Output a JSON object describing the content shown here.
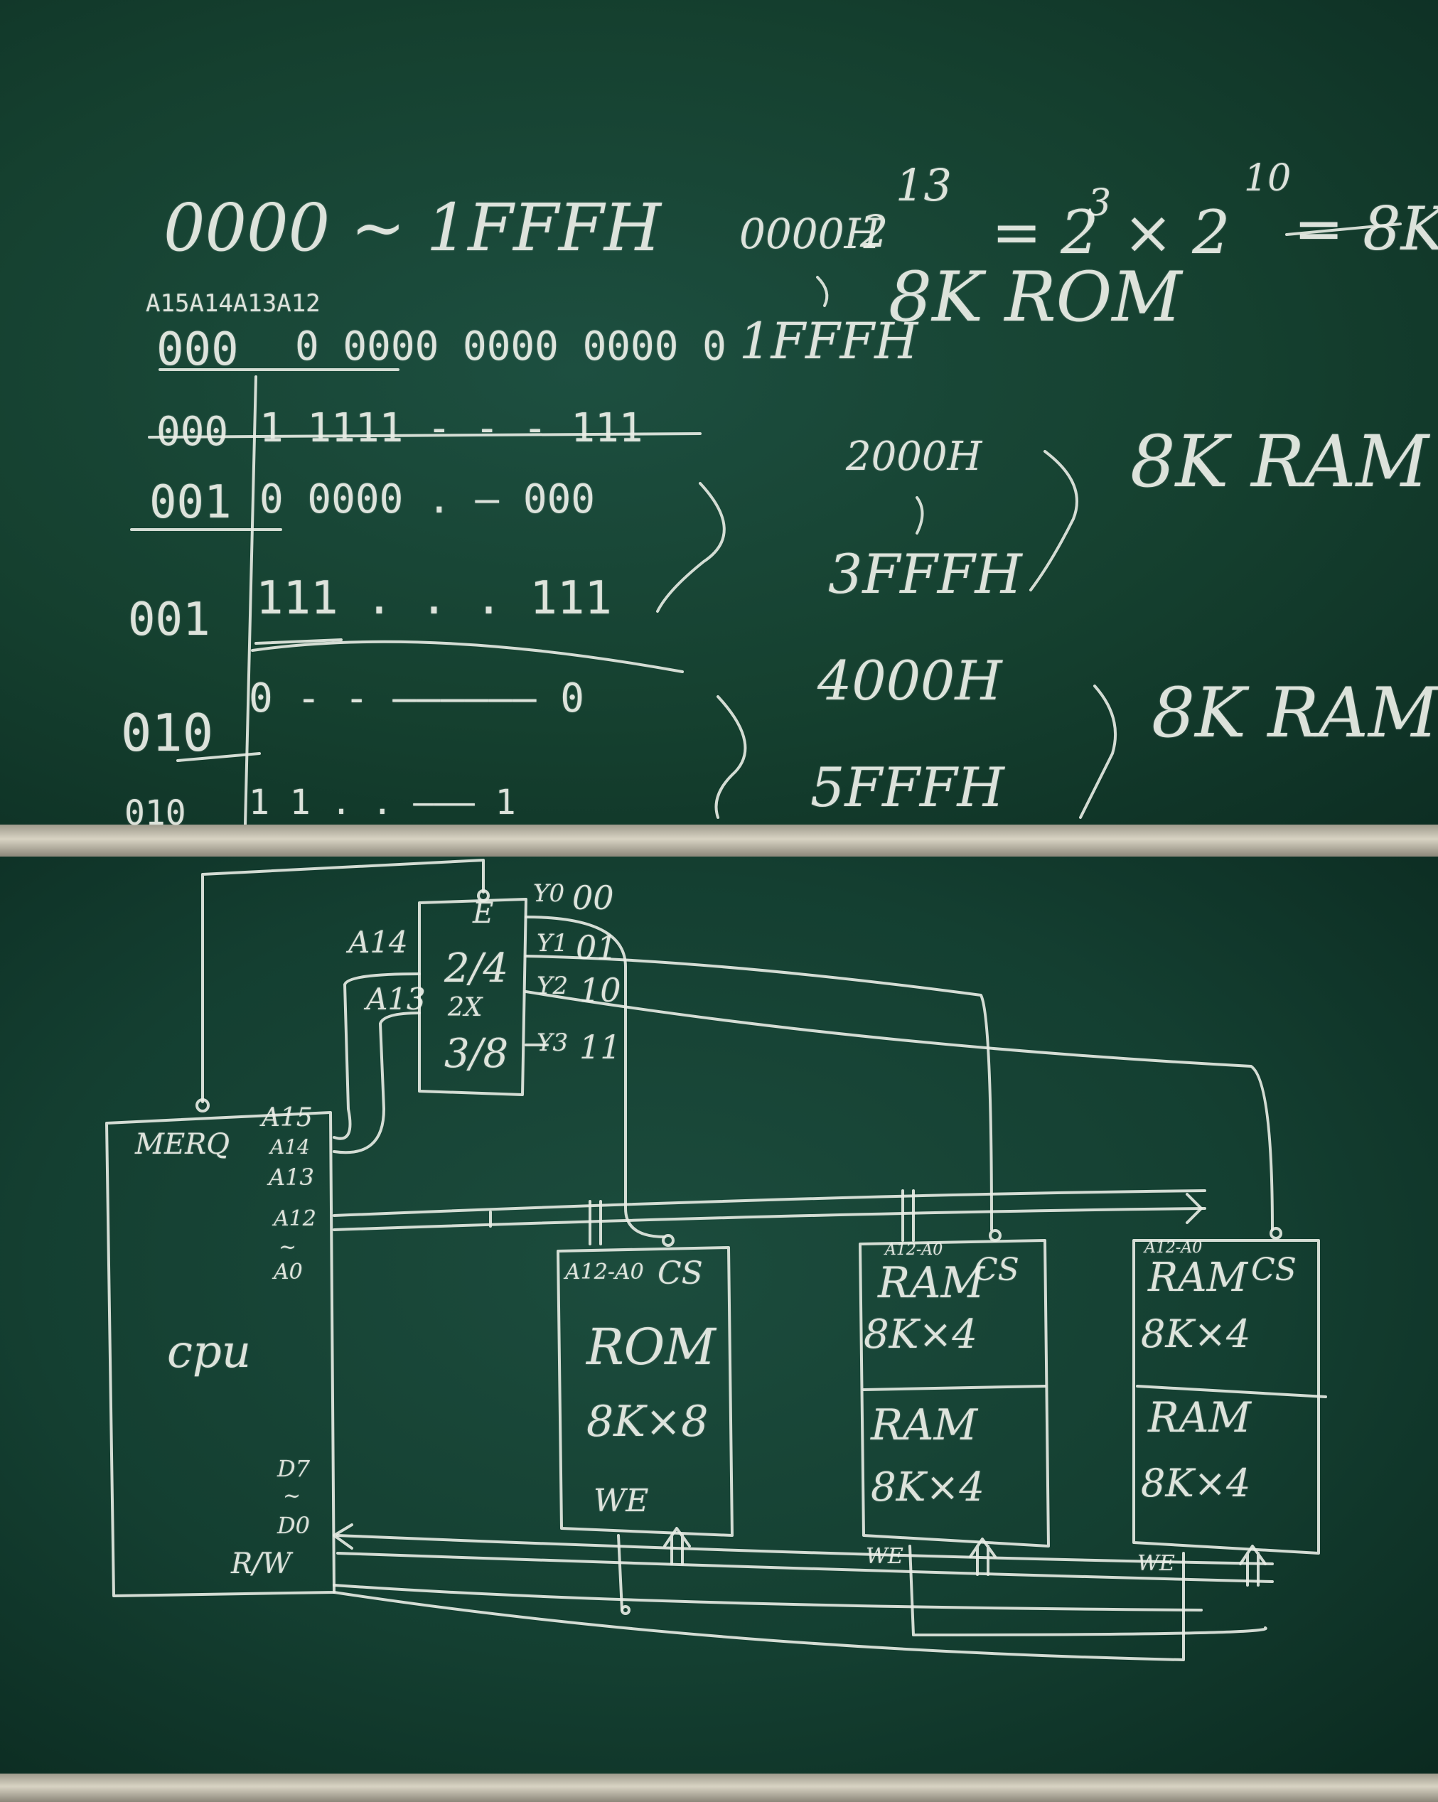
{
  "top_board": {
    "range_line": "0000 ~ 1FFFH",
    "range_alt": "0000H",
    "range_alt_end": "1FFFH",
    "power": "2",
    "power_exp": "13",
    "equation": "= 2",
    "eq_exp1": "3",
    "eq_mid": "× 2",
    "eq_exp2": "10",
    "eq_result": "= 8K",
    "rom_label": "8K ROM",
    "addr_header": "A15A14A13A12",
    "rows": [
      {
        "prefix": "000",
        "rest": "0 0000 0000 0000 0"
      },
      {
        "prefix": "000",
        "rest": "1 1111 - - - 111"
      },
      {
        "prefix": "001",
        "rest": "0 0000 . — 000"
      },
      {
        "prefix": "001",
        "rest": "111 . . .   111"
      },
      {
        "prefix": "010",
        "rest": "0 - - —————— 0"
      },
      {
        "prefix": "010",
        "rest": "1 1 . . ——— 1"
      }
    ],
    "ram1_start": "2000H",
    "ram1_end": "3FFFH",
    "ram1_label": "8K RAM",
    "ram2_start": "4000H",
    "ram2_end": "5FFFH",
    "ram2_label": "8K RAM"
  },
  "bottom_board": {
    "decoder": {
      "enable": "E",
      "type": "2/4",
      "extra": "2X",
      "subtype": "3/8",
      "input_a14": "A14",
      "input_a13": "A13",
      "outputs": [
        {
          "pin": "Y0",
          "code": "00"
        },
        {
          "pin": "Y1",
          "code": "01"
        },
        {
          "pin": "Y2",
          "code": "10"
        },
        {
          "pin": "Y3",
          "code": "11"
        }
      ]
    },
    "cpu": {
      "label": "cpu",
      "mreq": "MERQ",
      "a15": "A15",
      "a14": "A14",
      "a13": "A13",
      "a12": "A12",
      "tilde": "~",
      "a0": "A0",
      "d7": "D7",
      "d0": "D0",
      "rw": "R/W"
    },
    "rom_chip": {
      "addr": "A12-A0",
      "cs": "CS",
      "name": "ROM",
      "size": "8K×8",
      "we": "WE"
    },
    "ram_chip_1": {
      "addr": "A12-A0",
      "cs": "CS",
      "top_name": "RAM",
      "top_size": "8K×4",
      "bottom_name": "RAM",
      "bottom_size": "8K×4",
      "we": "WE"
    },
    "ram_chip_2": {
      "addr": "A12-A0",
      "cs": "CS",
      "top_name": "RAM",
      "top_size": "8K×4",
      "bottom_name": "RAM",
      "bottom_size": "8K×4",
      "we": "WE"
    }
  }
}
